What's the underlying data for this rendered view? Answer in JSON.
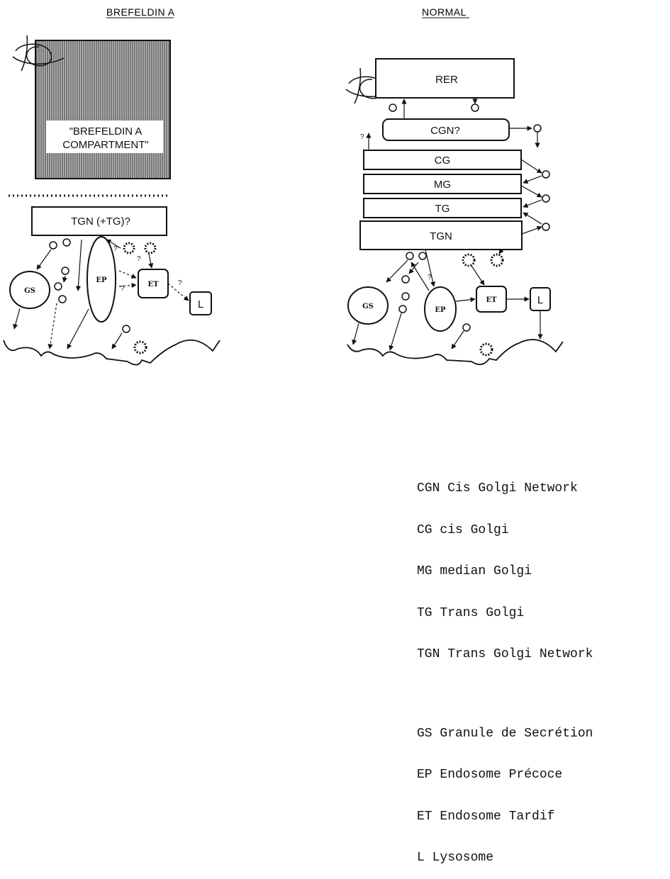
{
  "panels": {
    "left_title": "BREFELDIN A",
    "right_title": "NORMAL"
  },
  "left": {
    "compartment_line1": "\"BREFELDIN A",
    "compartment_line2": "COMPARTMENT\"",
    "tgn": "TGN  (+TG)?",
    "gs": "GS",
    "ep": "EP",
    "et": "ET",
    "l": "L",
    "q": "?"
  },
  "right": {
    "rer": "RER",
    "cgn": "CGN?",
    "cg": "CG",
    "mg": "MG",
    "tg": "TG",
    "tgn": "TGN",
    "gs": "GS",
    "ep": "EP",
    "et": "ET",
    "l": "L",
    "q": "?"
  },
  "legend": {
    "group1": [
      "CGN Cis Golgi Network",
      "CG cis Golgi",
      "MG median Golgi",
      "TG Trans Golgi",
      "TGN Trans Golgi Network"
    ],
    "group2": [
      "GS Granule de Secrétion",
      "EP Endosome Précoce",
      "ET Endosome Tardif",
      "L Lysosome"
    ]
  }
}
